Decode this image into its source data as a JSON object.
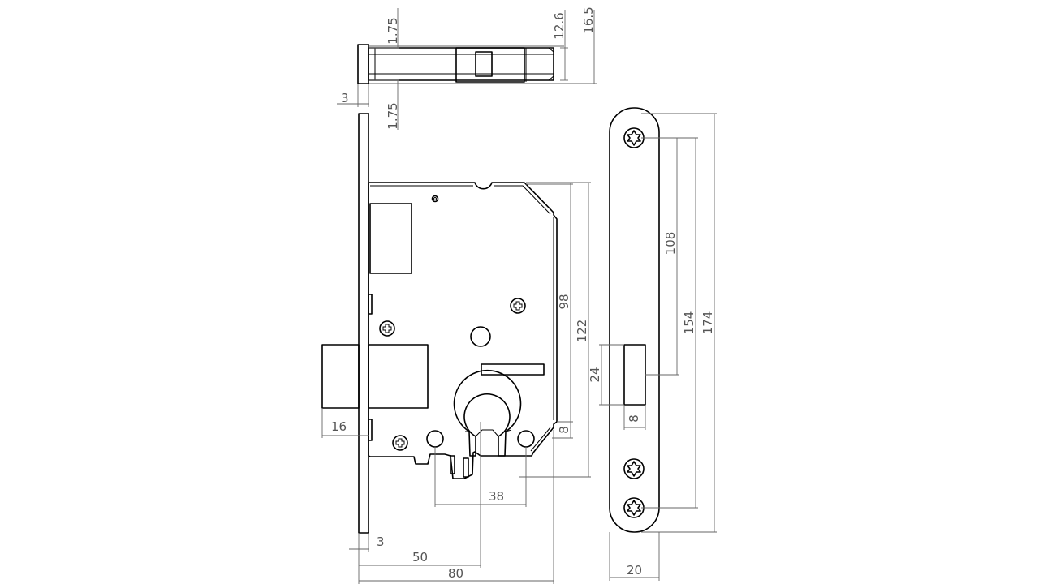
{
  "colors": {
    "line": "#000000",
    "dimension": "#666666",
    "dimension_text": "#555555",
    "background": "#ffffff"
  },
  "dimensions": {
    "top_offset": "1.75",
    "bottom_offset": "1.75",
    "faceplate_side": "3",
    "latch_height": "12.6",
    "total_height": "16.5",
    "backset_small": "16",
    "faceplate_bottom": "3",
    "hole_spacing": "38",
    "backset": "50",
    "case_depth": "80",
    "case_height": "98",
    "cylinder_center": "122",
    "cylinder_offset": "8",
    "strike_hole_top": "108",
    "strike_hole_spacing": "154",
    "strike_length": "174",
    "strike_opening": "24",
    "strike_opening_small": "8",
    "strike_width": "20"
  }
}
